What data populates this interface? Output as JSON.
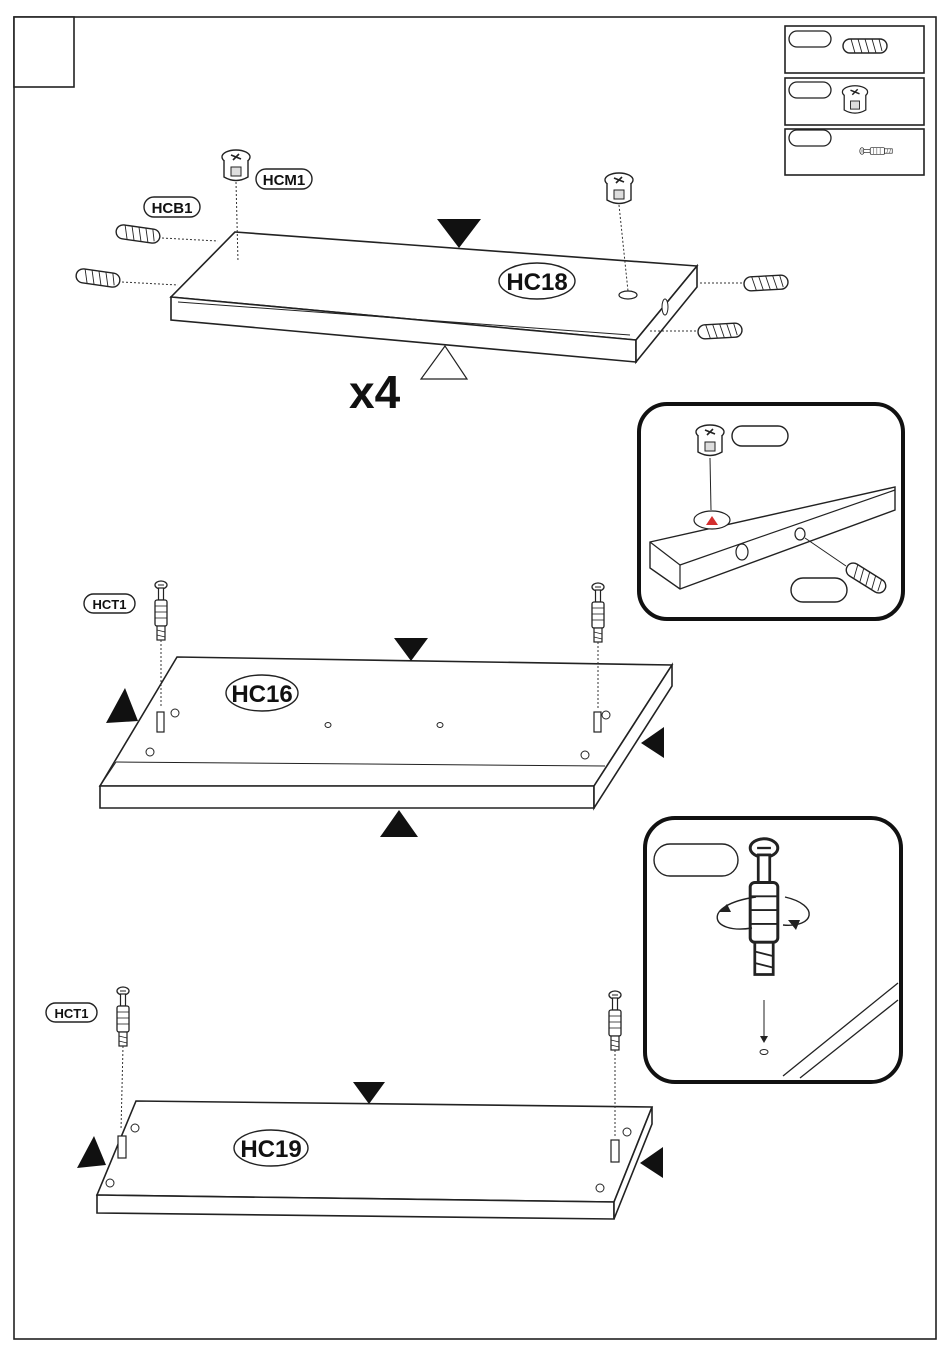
{
  "step": {
    "number": ""
  },
  "legend": {
    "item1_code": "",
    "item2_code": "",
    "item3_code": ""
  },
  "section1": {
    "panel_label": "HC18",
    "cam_label": "HCM1",
    "dowel_label": "HCB1",
    "quantity": "x4"
  },
  "detail1": {
    "cam_code": "",
    "dowel_code": ""
  },
  "section2": {
    "panel_label": "HC16",
    "screw_label": "HCT1"
  },
  "detail2": {
    "code": ""
  },
  "section3": {
    "panel_label": "HC19",
    "screw_label": "HCT1"
  },
  "colors": {
    "line": "#222222",
    "accent": "#d32f2f"
  }
}
